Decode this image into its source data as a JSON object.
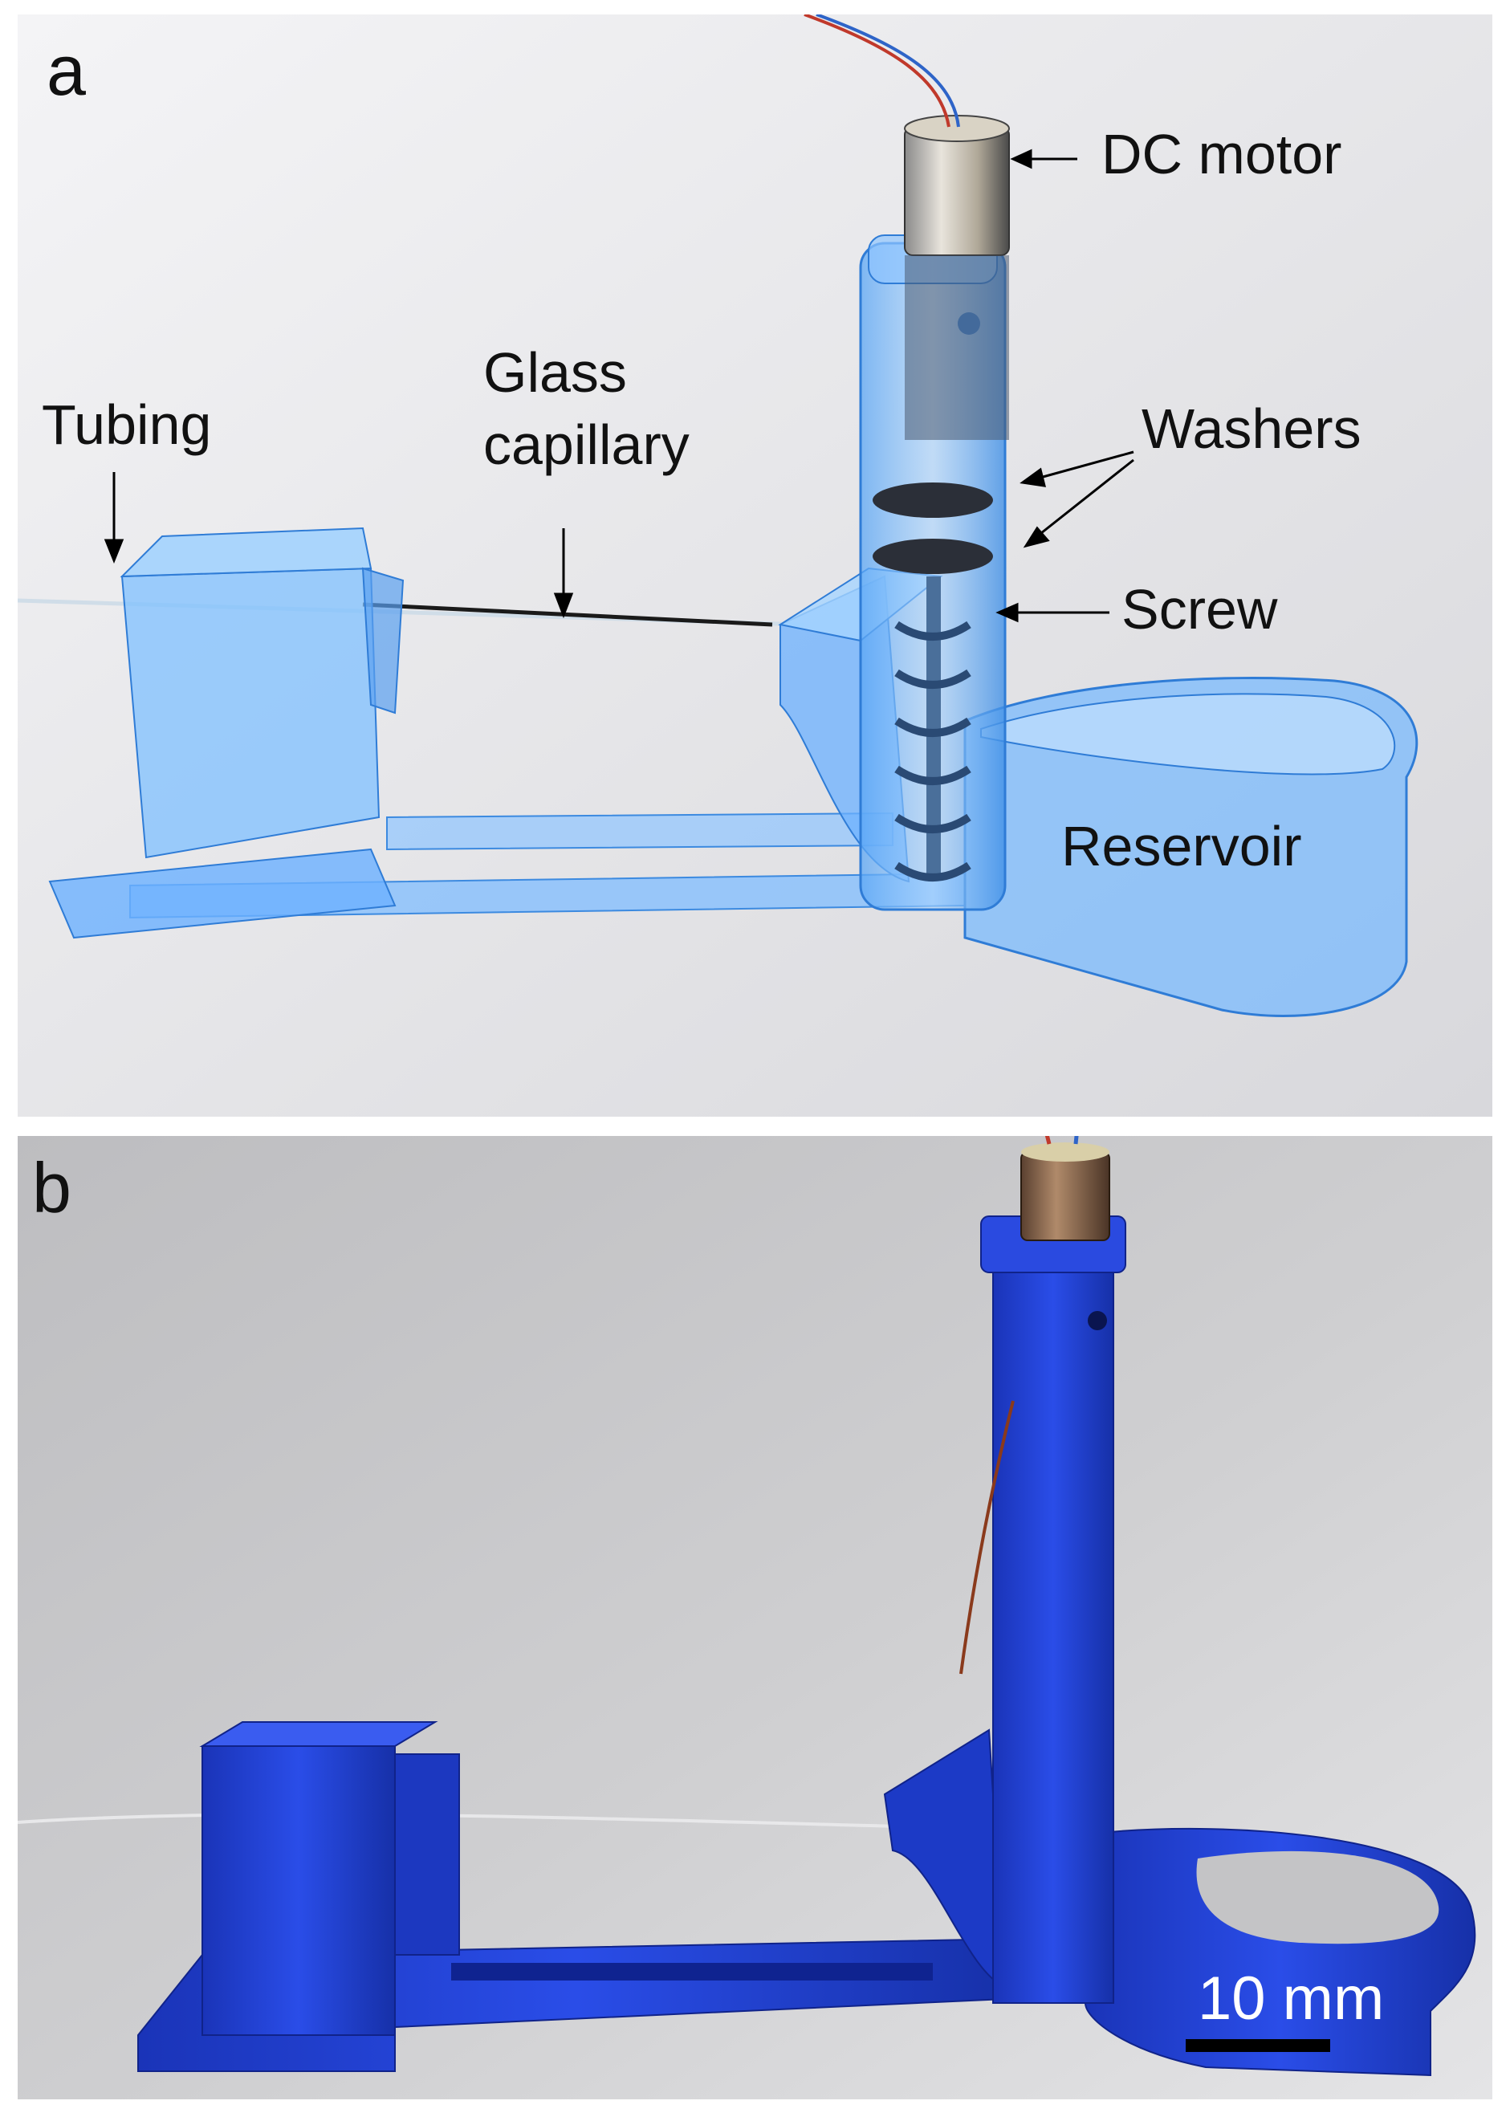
{
  "panel_a": {
    "letter": "a",
    "labels": {
      "dc_motor": "DC motor",
      "tubing": "Tubing",
      "glass_line1": "Glass",
      "glass_line2": "capillary",
      "washers": "Washers",
      "screw": "Screw",
      "reservoir": "Reservoir"
    }
  },
  "panel_b": {
    "letter": "b",
    "scale_bar": {
      "label": "10 mm"
    }
  },
  "colors": {
    "render_blue": "#6fb3ff",
    "print_blue": "#1f3fd6",
    "background_a": "#e8e8ea",
    "background_b": "#c9c9cb"
  }
}
